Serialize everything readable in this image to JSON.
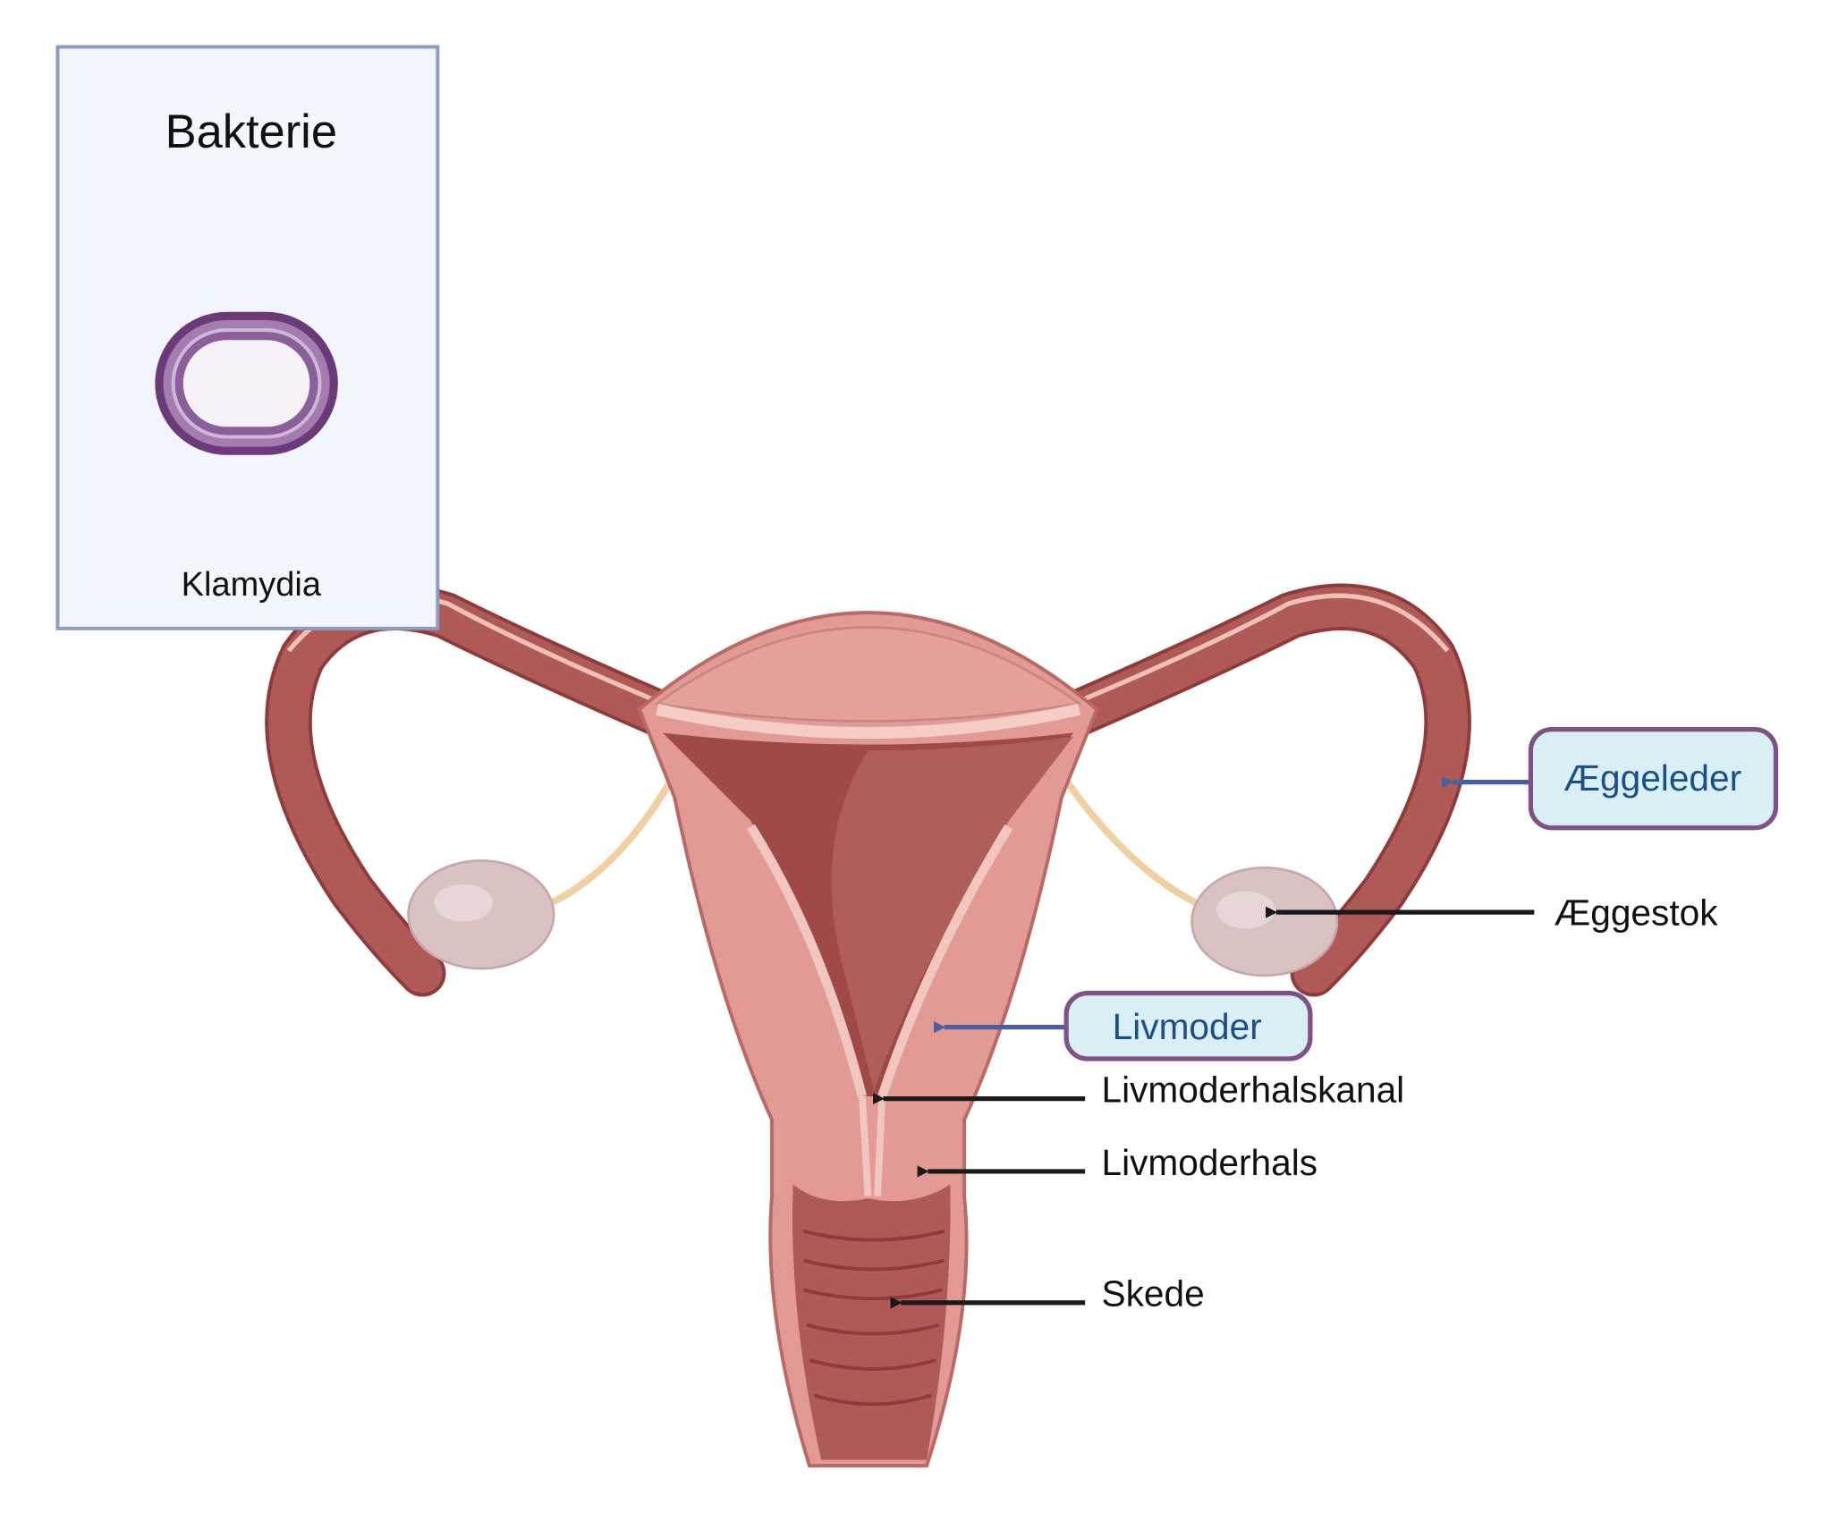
{
  "inset": {
    "title": "Bakterie",
    "organism": "Klamydia"
  },
  "labels": {
    "fallopian_tube": "Æggeleder",
    "ovary": "Æggestok",
    "uterus": "Livmoder",
    "cervical_canal": "Livmoderhalskanal",
    "cervix": "Livmoderhals",
    "vagina": "Skede"
  },
  "colors": {
    "highlight_fill": "#d9eff5",
    "highlight_border": "#7e5189",
    "highlight_text": "#1a5088",
    "highlight_arrow": "#4a5fa0",
    "plain_arrow": "#1a1a1a",
    "inset_bg": "#f2f5fb",
    "inset_border": "#8a9cc2"
  }
}
